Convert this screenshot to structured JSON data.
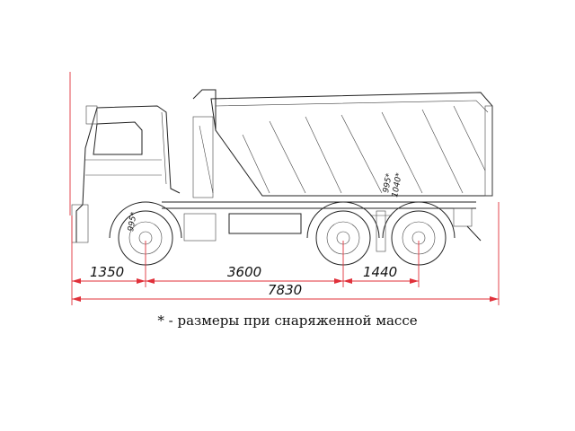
{
  "dimensions": {
    "front_overhang": "1350",
    "wheelbase_first": "3600",
    "wheelbase_rear": "1440",
    "overall_length": "7830"
  },
  "small_labels": {
    "front_height": "995*",
    "rear_height": "995*",
    "rear_height_2": "1040*"
  },
  "footnote": "* - размеры при снаряженной массе",
  "colors": {
    "dimension_lines": "#e0303a",
    "drawing_lines": "#222222"
  }
}
